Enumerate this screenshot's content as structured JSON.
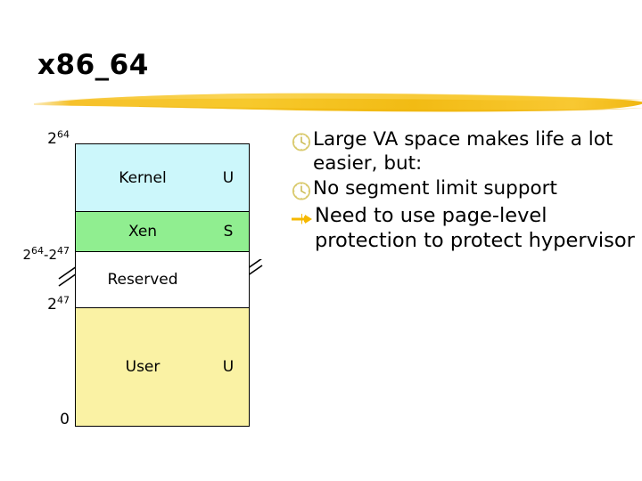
{
  "slide": {
    "title": "x86_64",
    "accent_color": "#F5C222",
    "background": "#FFFFFF"
  },
  "memory_map": {
    "name": "x86_64 virtual address space layout",
    "mode_header": "privilege",
    "blocks": [
      {
        "label": "Kernel",
        "mode": "U",
        "color": "#CCF7FB",
        "height_pct": 23.6
      },
      {
        "label": "Xen",
        "mode": "S",
        "color": "#90EE90",
        "height_pct": 14.2
      },
      {
        "label": "Reserved",
        "mode": "",
        "color": "#FFFFFF",
        "height_pct": 19.8
      },
      {
        "label": "User",
        "mode": "U",
        "color": "#FAF2A4",
        "height_pct": 42.4
      }
    ],
    "address_labels": {
      "top": {
        "base": "2",
        "exp": "64"
      },
      "mid_top": {
        "base": "2",
        "exp": "64"
      },
      "mid_sub": {
        "base": "2",
        "exp": "47"
      },
      "mid_sep": "-",
      "low": {
        "base": "2",
        "exp": "47"
      },
      "zero": "0"
    },
    "break_marks": 2
  },
  "bullets": [
    {
      "icon": "clock-icon",
      "text": "Large VA space makes life a lot easier, but:"
    },
    {
      "icon": "clock-icon",
      "text": "No segment limit support"
    },
    {
      "icon": "arrow-right-icon",
      "text": "Need to use page-level protection to protect hypervisor"
    }
  ]
}
